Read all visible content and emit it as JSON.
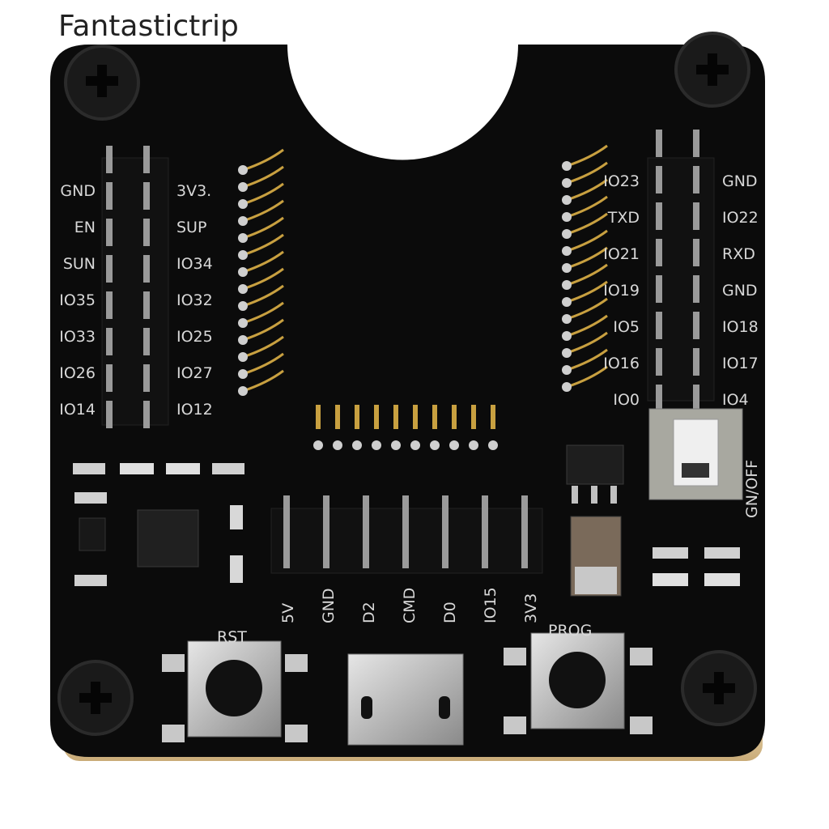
{
  "watermark": "Fantastictrip",
  "board": {
    "left_header_labels_left": [
      "GND",
      "EN",
      "SUN",
      "IO35",
      "IO33",
      "IO26",
      "IO14"
    ],
    "left_header_labels_right": [
      "3V3.",
      "SUP",
      "IO34",
      "IO32",
      "IO25",
      "IO27",
      "IO12"
    ],
    "right_header_labels_left": [
      "IO23",
      "TXD",
      "IO21",
      "IO19",
      "IO5",
      "IO16",
      "IO0"
    ],
    "right_header_labels_right": [
      "GND",
      "IO22",
      "RXD",
      "GND",
      "IO18",
      "IO17",
      "IO4"
    ],
    "bottom_header_labels": [
      "5V",
      "GND",
      "D2",
      "CMD",
      "D0",
      "IO15",
      "3V3"
    ],
    "switch_label": "GN/OFF",
    "rst_label": "RST",
    "prog_label": "PROG"
  },
  "colors": {
    "pcb": "#0b0b0b",
    "silkscreen": "#d8d8d8",
    "gold": "#c8a040",
    "metal": "#b8b8b8"
  }
}
